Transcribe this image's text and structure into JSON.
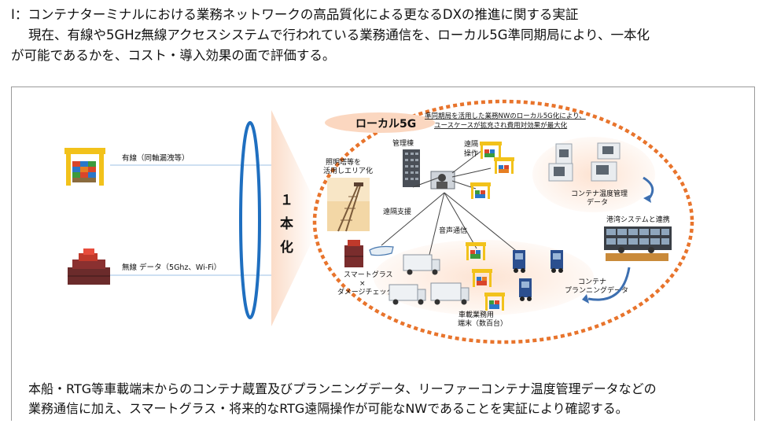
{
  "header": {
    "line1": "Ⅰ：コンテナターミナルにおける業務ネットワークの高品質化による更なるDXの推進に関する実証",
    "line2": "現在、有線や5GHz無線アクセスシステムで行われている業務通信を、ローカル5G準同期局により、一本化",
    "line3": "が可能であるかを、コスト・導入効果の面で評価する。"
  },
  "diagram": {
    "wired_label": "有線（同軸漏洩等）",
    "wireless_label": "無線 データ（5Ghz、Wi-Fi）",
    "unify_chars": [
      "１",
      "本",
      "化"
    ],
    "local5g_label": "ローカル5G",
    "local5g_note_1": "準同期局を活用した業務NWのローカル5G化により、",
    "local5g_note_2": "ユースケースが拡充され費用対効果が最大化",
    "admin_building": "管理棟",
    "lighting_1": "照明塔等を",
    "lighting_2": "活用しエリア化",
    "remote_op_1": "遠隔",
    "remote_op_2": "操作",
    "remote_support": "遠隔支援",
    "voice_comm": "音声通信",
    "smartglass_1": "スマートグラス",
    "smartglass_2": "×",
    "smartglass_3": "ダメージチェック",
    "container_temp_1": "コンテナ温度管理",
    "container_temp_2": "データ",
    "port_system": "港湾システムと連携",
    "planning_1": "コンテナ",
    "planning_2": "プランニングデータ",
    "vehicle_1": "車載業務用",
    "vehicle_2": "端末（数百台）"
  },
  "footer": {
    "line1": "本船・RTG等車載端末からのコンテナ蔵置及びプランニングデータ、リーファーコンテナ温度管理データなどの",
    "line2": "業務通信に加え、スマートグラス・将来的なRTG遠隔操作が可能なNWであることを実証により確認する。"
  },
  "colors": {
    "dashed_ellipse": "#e8742c",
    "unify_ellipse": "#1f6fc0",
    "peach": "#fbdcc8",
    "line_blue": "#9cc2e5"
  }
}
